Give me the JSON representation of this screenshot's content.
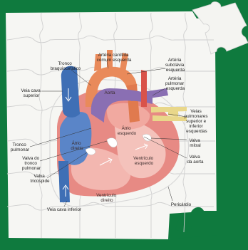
{
  "labels": {
    "tronco_braquiocefalico": [
      "Tronco",
      "braquiocefálico"
    ],
    "arteria_carotida": [
      "Artéria carótida",
      "comum esquerda"
    ],
    "arteria_subclavia": [
      "Artéria",
      "subclávia",
      "esquerda"
    ],
    "arteria_pulmonar": [
      "Artéria",
      "pulmonar",
      "esquerda"
    ],
    "veia_cava_superior": [
      "Veia cava",
      "superior"
    ],
    "aorta": "Aorta",
    "veias_pulmonares": [
      "Veias",
      "pulmonares",
      "superior e",
      "inferior",
      "esquerdas"
    ],
    "atrio_esquerdo": [
      "Átrio",
      "esquerdo"
    ],
    "tronco_pulmonar": [
      "Tronco",
      "pulmonar"
    ],
    "atrio_direito": [
      "Átrio",
      "direito"
    ],
    "valva_mitral": [
      "Valva",
      "mitral"
    ],
    "valva_tronco_pulmonar": [
      "Valva do",
      "tronco",
      "pulmonar"
    ],
    "ventriculo_esquerdo": [
      "Ventrículo",
      "esquerdo"
    ],
    "valva_aorta": [
      "Valva",
      "da aorta"
    ],
    "valva_tricuspide": [
      "Valva",
      "tricúspide"
    ],
    "ventriculo_direito": [
      "Ventrículo",
      "direito"
    ],
    "veia_cava_inferior": "Veia cava inferior",
    "pericardio": "Pericárdio"
  },
  "colors": {
    "background": "#0f7a3e",
    "puzzle": "#f7f7f5",
    "puzzle_lines": "#c9c9c9",
    "vein_blue": "#3f6fb5",
    "artery_red": "#d9534a",
    "pulmonary_violet": "#8a6fb3",
    "aorta_orange": "#e98a5a",
    "myocardium": "#e78a84",
    "chamber_pink": "#f3b7b0",
    "vein_yellow": "#e9d78a"
  }
}
